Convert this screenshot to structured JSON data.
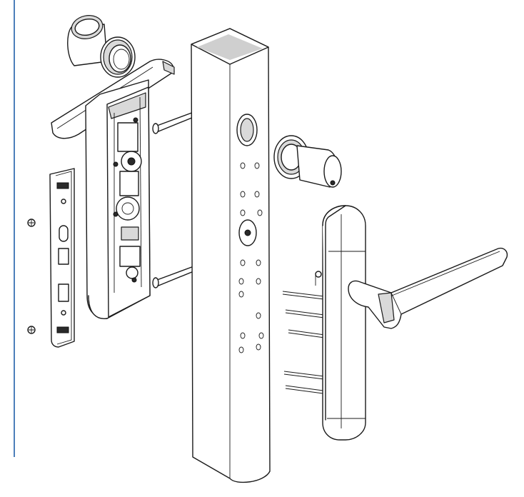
{
  "colors": {
    "page_rule": "#1f5fa8",
    "line": "#1a1a1a",
    "shade": "#cfcfcf",
    "background": "#ffffff"
  },
  "diagram": {
    "kind": "exploded-view line drawing",
    "parts": [
      "cylinder-rear",
      "lever-handle-left",
      "escutcheon-inner",
      "face-plate",
      "face-plate-screw",
      "mounting-screw",
      "lock-mortise-body",
      "door-stile-profile",
      "cylinder-front",
      "escutcheon-outer",
      "lever-handle-right",
      "spindle-pin"
    ]
  }
}
